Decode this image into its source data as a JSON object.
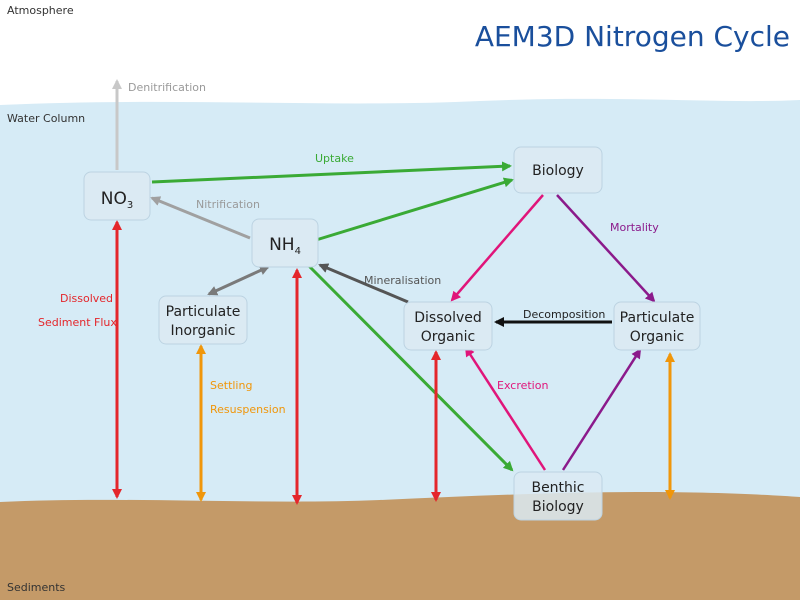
{
  "title": "AEM3D Nitrogen Cycle",
  "zones": {
    "atmosphere": "Atmosphere",
    "water_column": "Water Column",
    "sediments": "Sediments"
  },
  "nodes": {
    "no3": {
      "main": "NO",
      "sub": "3"
    },
    "nh4": {
      "main": "NH",
      "sub": "4"
    },
    "biology": "Biology",
    "particulate_inorganic": {
      "line1": "Particulate",
      "line2": "Inorganic"
    },
    "dissolved_organic": {
      "line1": "Dissolved",
      "line2": "Organic"
    },
    "particulate_organic": {
      "line1": "Particulate",
      "line2": "Organic"
    },
    "benthic_biology": {
      "line1": "Benthic",
      "line2": "Biology"
    }
  },
  "labels": {
    "denitrification": "Denitrification",
    "uptake": "Uptake",
    "nitrification": "Nitrification",
    "mortality": "Mortality",
    "mineralisation": "Mineralisation",
    "decomposition": "Decomposition",
    "dissolved": "Dissolved",
    "sediment_flux": "Sediment Flux",
    "settling": "Settling",
    "resuspension": "Resuspension",
    "excretion": "Excretion"
  },
  "colors": {
    "title": "#1a4f9c",
    "atmosphere": "#ffffff",
    "water": "#d6ebf6",
    "sediment": "#c49a68",
    "denitrification": "#c8c8c8",
    "uptake": "#3aaa35",
    "nitrification": "#a0a0a0",
    "mortality": "#8b1a8b",
    "excretion": "#e0157a",
    "mineralisation": "#555555",
    "decomposition": "#111111",
    "sediment_flux": "#e4262b",
    "settling": "#f0960a",
    "pi_exchange": "#7a7a7a"
  }
}
